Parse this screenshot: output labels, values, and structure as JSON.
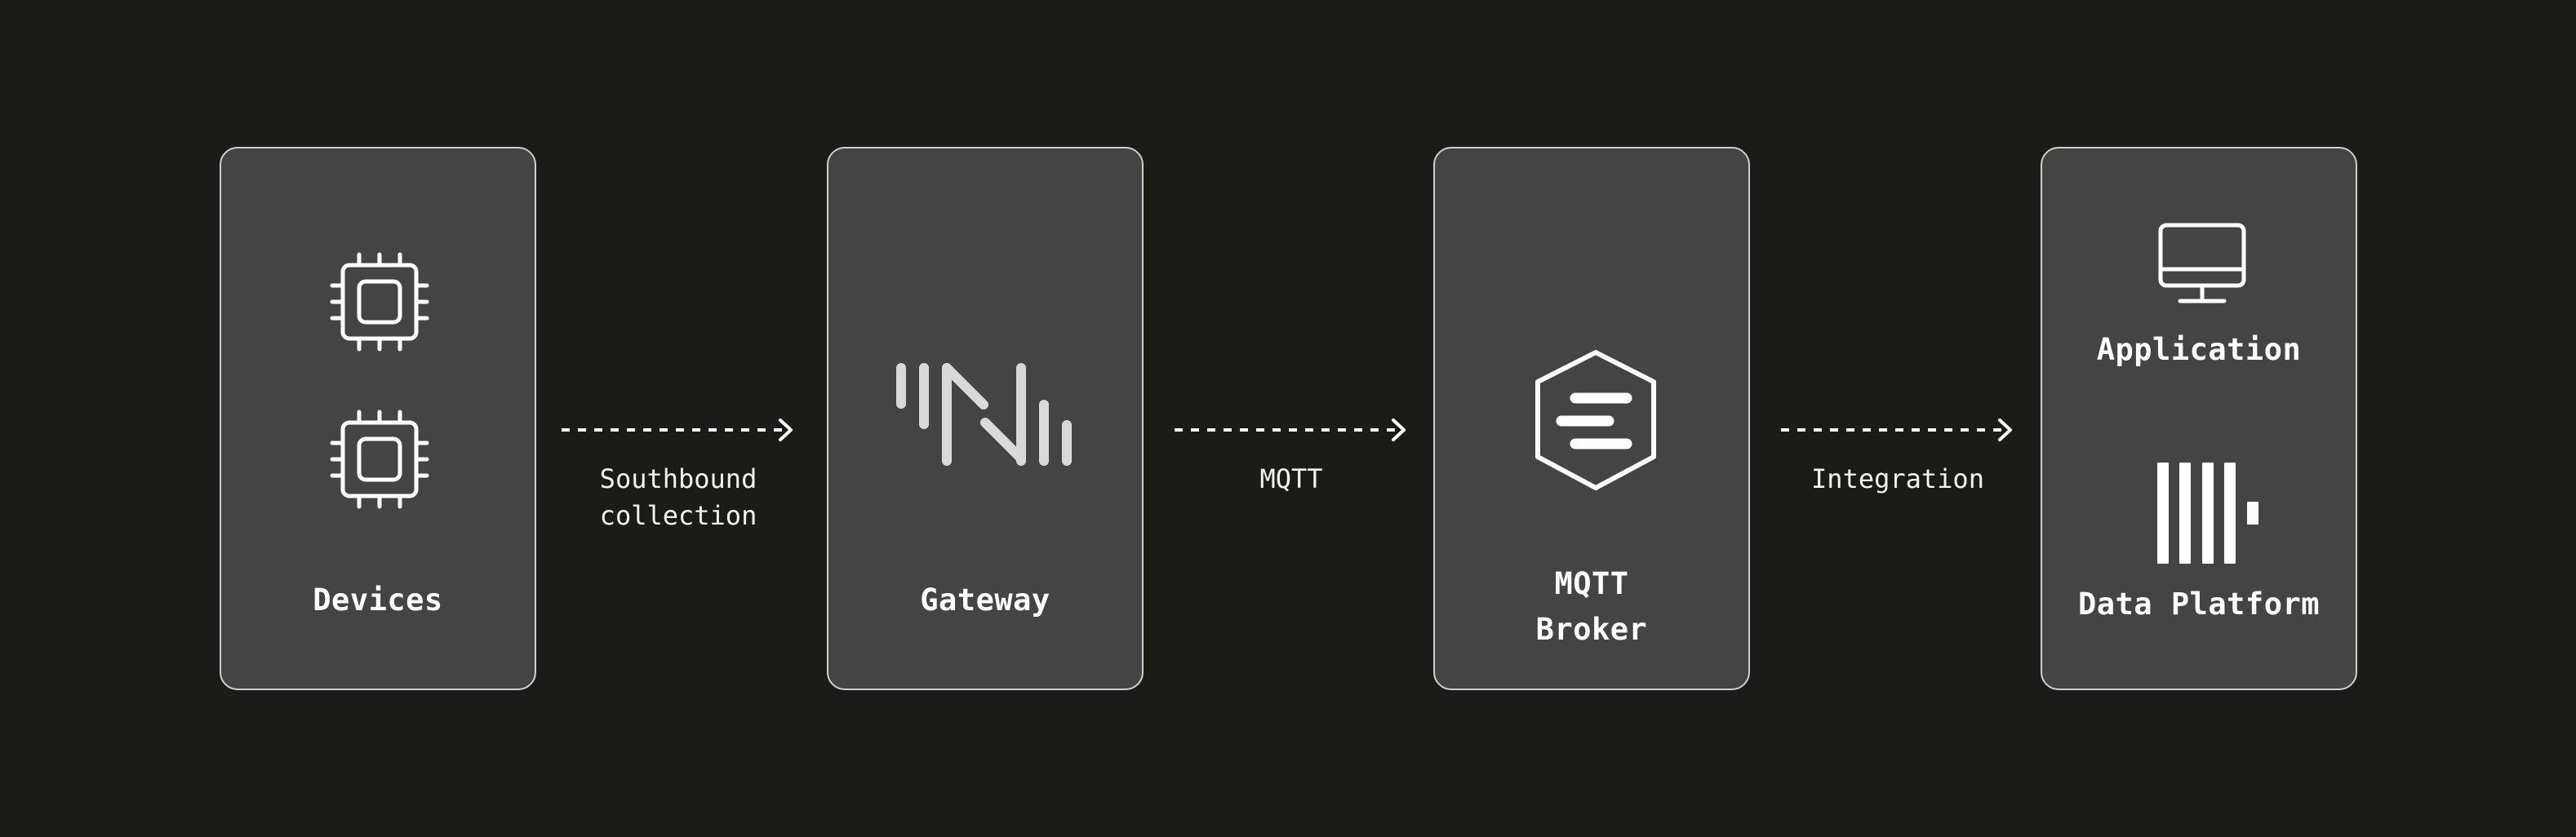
{
  "diagram": {
    "colors": {
      "background": "#1b1b19",
      "card_fill": "#444444",
      "card_border": "#cfcfcf",
      "icon": "#ffffff",
      "gateway_icon": "#d9d9d9",
      "text": "#ffffff"
    },
    "nodes": [
      {
        "id": "devices",
        "label": "Devices",
        "icons": [
          "chip-icon",
          "chip-icon"
        ]
      },
      {
        "id": "gateway",
        "label": "Gateway",
        "icons": [
          "gateway-logo-icon"
        ]
      },
      {
        "id": "broker",
        "label": "MQTT\nBroker",
        "icons": [
          "mqtt-broker-hexagon-icon"
        ]
      },
      {
        "id": "sinks",
        "sections": [
          {
            "label": "Application",
            "icon": "monitor-icon"
          },
          {
            "label": "Data Platform",
            "icon": "data-platform-bars-icon"
          }
        ]
      }
    ],
    "edges": [
      {
        "from": "devices",
        "to": "gateway",
        "label": "Southbound\ncollection",
        "style": "dashed-arrow"
      },
      {
        "from": "gateway",
        "to": "broker",
        "label": "MQTT",
        "style": "dashed-arrow"
      },
      {
        "from": "broker",
        "to": "sinks",
        "label": "Integration",
        "style": "dashed-arrow"
      }
    ]
  }
}
